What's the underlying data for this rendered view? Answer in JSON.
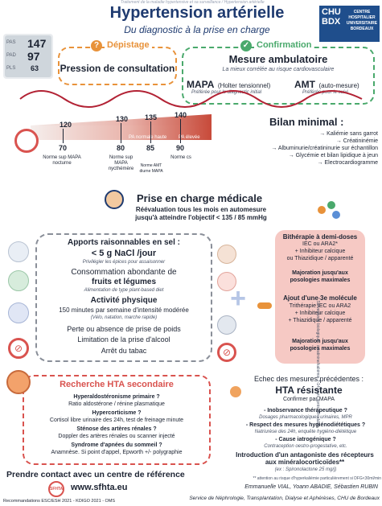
{
  "header": {
    "top_note": "Traitement de la maladie hypertensive et sa surveillance / Hypertension artérielle",
    "title": "Hypertension artérielle",
    "subtitle": "Du diagnostic à la prise en charge",
    "logo_letters": "CHU BDX",
    "logo_text": "CENTRE HOSPITALIER UNIVERSITAIRE BORDEAUX"
  },
  "monitor": {
    "pas_label": "PAS",
    "pas_value": "147",
    "pad_label": "PAD",
    "pad_value": "97",
    "pls_label": "PLS",
    "pls_value": "63"
  },
  "depistage": {
    "label": "Dépistage",
    "title": "Pression de consultation",
    "icon": "question-icon"
  },
  "confirmation": {
    "label": "Confirmation",
    "title": "Mesure ambulatoire",
    "note": "La mieux corrélée au risque cardiovasculaire",
    "mapa": "MAPA",
    "mapa_detail": "(Holter tensionnel)",
    "mapa_pref": "Préférée pour le diagnostic initial",
    "amt": "AMT",
    "amt_detail": "(auto-mesure)",
    "amt_pref": "Préférée pour le suivi"
  },
  "scale": {
    "top_values": [
      "120",
      "130",
      "135",
      "140"
    ],
    "bottom_values": [
      "70",
      "80",
      "85",
      "90"
    ],
    "zone_normal_high": "PA normale haute",
    "zone_high": "PA élevée",
    "labels": [
      "Norme sup MAPA nocturne",
      "Norme sup MAPA nycthémère",
      "Norme AMT diurne MAPA",
      "Norme cs"
    ]
  },
  "bilan": {
    "title": "Bilan minimal :",
    "items": [
      "→ Kaliémie sans garrot",
      "→ Créatininémie",
      "→ Albuminurie/créatininurie sur échantillon",
      "→ Glycémie et bilan lipidique à jeun",
      "→ Electrocardiogramme"
    ]
  },
  "prise_en_charge": {
    "title": "Prise en charge médicale",
    "line1": "Réévaluation tous les mois en automesure",
    "line2": "jusqu'à atteindre l'objectif < 135 / 85 mmHg"
  },
  "lifestyle": {
    "title": "Apports raisonnables en sel :",
    "salt": "< 5 g NaCl /jour",
    "salt_note": "Privilégier les épices pour assaisonner",
    "food": "Consommation abondante de",
    "food2": "fruits et légumes",
    "food_note": "Alimentation de type plant-based diet",
    "activity": "Activité physique",
    "activity_detail": "150 minutes par semaine d'intensité modérée",
    "activity_note": "(Vélo, natation, marche rapide)",
    "weight": "Perte ou absence de prise de poids",
    "alcohol": "Limitation de la prise d'alcool",
    "tobacco": "Arrêt du tabac"
  },
  "therapy": {
    "bi_title": "Bithérapie à demi-doses",
    "bi_l1": "IEC ou ARA2*",
    "bi_l2": "+ Inhibiteur calcique",
    "bi_l3": "ou Thiazidique / apparenté",
    "major1": "Majoration jusqu'aux posologies maximales",
    "third_title": "Ajout d'une 3e molécule",
    "third_l1": "Trithérapie IEC ou ARA2",
    "third_l2": "+ Inhibiteur calcique",
    "third_l3": "+ Thiazidique / apparenté",
    "major2": "Majoration jusqu'aux posologies maximales",
    "side_note": "* Surveillance biologique : créatinine/kaliémie 7-14 jours après introduction ou augmentation de posologie"
  },
  "secondary": {
    "title": "Recherche HTA secondaire",
    "items": [
      {
        "head": "Hyperaldostéronisme primaire ?",
        "detail": "Ratio aldostérone / rénine plasmatique"
      },
      {
        "head": "Hypercorticisme ?",
        "detail": "Cortisol libre urinaire des 24h, test de freinage minute"
      },
      {
        "head": "Sténose des artères rénales ?",
        "detail": "Doppler des artères rénales ou scanner injecté"
      },
      {
        "head": "Syndrome d'apnées du sommeil ?",
        "detail": "Anamnèse. Si point d'appel, Epworth +/- polygraphie"
      }
    ]
  },
  "resistant": {
    "intro": "Echec des mesures précédentes :",
    "title": "HTA résistante",
    "confirm": "Confirmer par MAPA",
    "l1": "- Inobservance thérapeutique ?",
    "l1_note": "Dosages pharmacologiques urinaires, MPR",
    "l2": "- Respect des mesures hygiénodiététiques ?",
    "l2_note": "Natriurèse des 24h, enquête hygiéno-diététique",
    "l3": "- Cause iatrogénique ?",
    "l3_note": "Contraception oestro-progestative, etc.",
    "l4": "Introduction d'un antagoniste des récepteurs aux minéralocorticoïdes**",
    "l4_note": "(ex : Spironolactone 25 mg/j)"
  },
  "footer": {
    "contact": "Prendre contact avec un centre de référence",
    "url": "www.sfhta.eu",
    "logo_text": "SFHTA",
    "warning": "** attention au risque d'hyperkaliémie particulièrement si DFG<30ml/min",
    "authors": "Emmanuelle VIAL, Yoann ABADIE, Sébastien RUBIN",
    "service": "Service de Néphrologie, Transplantation, Dialyse et Aphérèses, CHU de Bordeaux",
    "recommendations": "Recommandations ESC/ESH 2021 - KDIGO 2021 - OMS"
  },
  "colors": {
    "green": "#4aa96c",
    "orange": "#e8923a",
    "red": "#d9534f",
    "navy": "#1f3b70",
    "pink_box": "#f6c9c4"
  }
}
